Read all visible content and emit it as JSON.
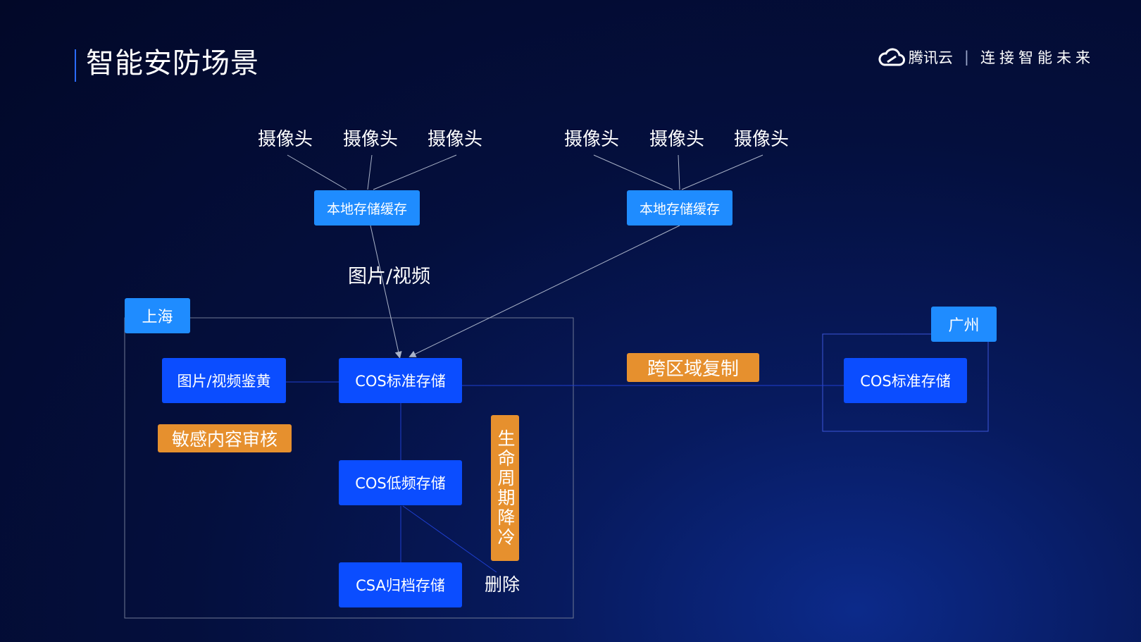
{
  "header": {
    "title": "智能安防场景",
    "brand_name": "腾讯云",
    "separator": "|",
    "slogan": "连接智能未来",
    "accent_color": "#2a6bff"
  },
  "cameras": {
    "left": [
      "摄像头",
      "摄像头",
      "摄像头"
    ],
    "right": [
      "摄像头",
      "摄像头",
      "摄像头"
    ]
  },
  "caches": {
    "left": "本地存储缓存",
    "right": "本地存储缓存"
  },
  "flow_label": "图片/视频",
  "regions": {
    "shanghai": {
      "label": "上海",
      "nodes": {
        "moderation": "图片/视频鉴黄",
        "sensitive": "敏感内容审核",
        "standard": "COS标准存储",
        "infrequent": "COS低频存储",
        "archive": "CSA归档存储",
        "lifecycle": "生命周期降冷",
        "delete": "删除"
      }
    },
    "guangzhou": {
      "label": "广州",
      "nodes": {
        "standard": "COS标准存储"
      }
    }
  },
  "replication_label": "跨区域复制",
  "colors": {
    "cache_blue": "#1f8cff",
    "storage_blue": "#0b4dff",
    "badge_orange": "#e6902e",
    "background": "#040f3d"
  }
}
